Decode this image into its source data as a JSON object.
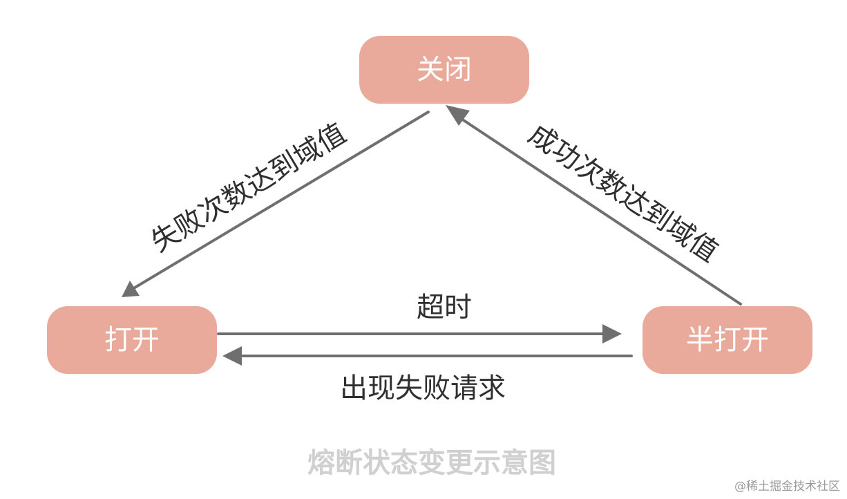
{
  "diagram": {
    "nodes": {
      "closed": {
        "label": "关闭"
      },
      "open": {
        "label": "打开"
      },
      "half_open": {
        "label": "半打开"
      }
    },
    "edges": {
      "closed_to_open": {
        "label": "失败次数达到域值"
      },
      "half_open_to_closed": {
        "label": "成功次数达到域值"
      },
      "open_to_half_open": {
        "label": "超时"
      },
      "half_open_to_open": {
        "label": "出现失败请求"
      }
    },
    "caption": "熔断状态变更示意图",
    "watermark": "@稀土掘金技术社区",
    "colors": {
      "node_fill": "#e9aa9b",
      "node_text": "#ffffff",
      "edge": "#6f6f6f",
      "caption": "#d0d0d0"
    }
  }
}
